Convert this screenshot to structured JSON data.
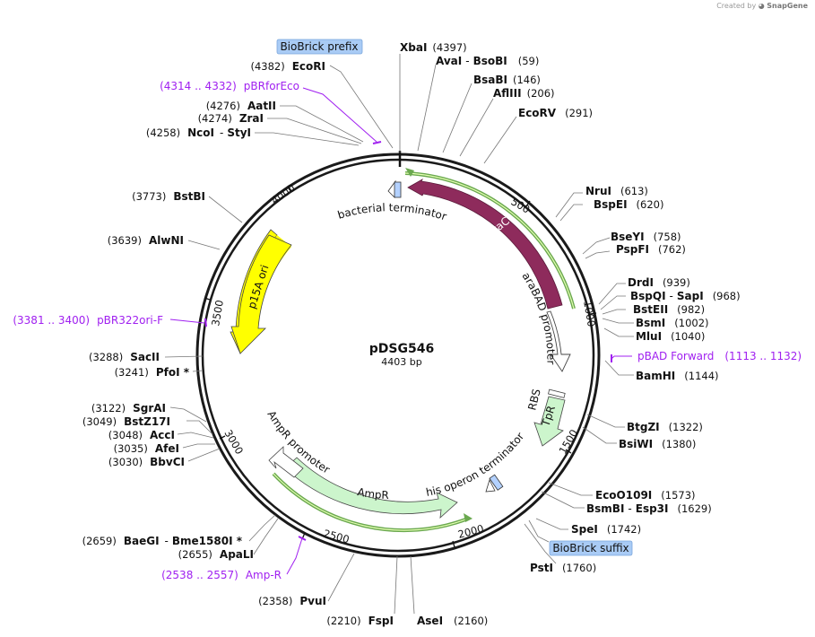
{
  "credit": {
    "prefix": "Created by",
    "brand": "SnapGene"
  },
  "plasmid": {
    "name": "pDSG546",
    "size_label": "4403 bp"
  },
  "ticks": [
    {
      "label": "500"
    },
    {
      "label": "1000"
    },
    {
      "label": "1500"
    },
    {
      "label": "2000"
    },
    {
      "label": "2500"
    },
    {
      "label": "3000"
    },
    {
      "label": "3500"
    },
    {
      "label": "4000"
    }
  ],
  "sites": [
    {
      "name": "XbaI",
      "pos": "(4397)"
    },
    {
      "name": "AvaI",
      "name2": "BsoBI",
      "pos": "(59)"
    },
    {
      "name": "BsaBI",
      "pos": "(146)"
    },
    {
      "name": "AflIII",
      "pos": "(206)"
    },
    {
      "name": "EcoRV",
      "pos": "(291)"
    },
    {
      "name": "NruI",
      "pos": "(613)"
    },
    {
      "name": "BspEI",
      "pos": "(620)"
    },
    {
      "name": "BseYI",
      "pos": "(758)"
    },
    {
      "name": "PspFI",
      "pos": "(762)"
    },
    {
      "name": "DrdI",
      "pos": "(939)"
    },
    {
      "name": "BspQI",
      "name2": "SapI",
      "pos": "(968)"
    },
    {
      "name": "BstEII",
      "pos": "(982)"
    },
    {
      "name": "BsmI",
      "pos": "(1002)"
    },
    {
      "name": "MluI",
      "pos": "(1040)"
    },
    {
      "name": "BamHI",
      "pos": "(1144)"
    },
    {
      "name": "BtgZI",
      "pos": "(1322)"
    },
    {
      "name": "BsiWI",
      "pos": "(1380)"
    },
    {
      "name": "EcoO109I",
      "pos": "(1573)"
    },
    {
      "name": "BsmBI",
      "name2": "Esp3I",
      "pos": "(1629)"
    },
    {
      "name": "SpeI",
      "pos": "(1742)"
    },
    {
      "name": "PstI",
      "pos": "(1760)"
    },
    {
      "name": "AseI",
      "pos": "(2160)"
    },
    {
      "name": "FspI",
      "pos": "(2210)"
    },
    {
      "name": "PvuI",
      "pos": "(2358)"
    },
    {
      "name": "ApaLI",
      "pos": "(2655)"
    },
    {
      "name": "BaeGI",
      "name2": "Bme1580I *",
      "pos": "(2659)"
    },
    {
      "name": "BbvCI",
      "pos": "(3030)"
    },
    {
      "name": "AfeI",
      "pos": "(3035)"
    },
    {
      "name": "AccI",
      "pos": "(3048)"
    },
    {
      "name": "BstZ17I",
      "pos": "(3049)"
    },
    {
      "name": "SgrAI",
      "pos": "(3122)"
    },
    {
      "name": "PfoI *",
      "pos": "(3241)"
    },
    {
      "name": "SacII",
      "pos": "(3288)"
    },
    {
      "name": "AlwNI",
      "pos": "(3639)"
    },
    {
      "name": "BstBI",
      "pos": "(3773)"
    },
    {
      "name": "NcoI",
      "name2": "StyI",
      "pos": "(4258)"
    },
    {
      "name": "ZraI",
      "pos": "(4274)"
    },
    {
      "name": "AatII",
      "pos": "(4276)"
    },
    {
      "name": "EcoRI",
      "pos": "(4382)"
    }
  ],
  "primers": [
    {
      "name": "pBRforEco",
      "range": "(4314 .. 4332)"
    },
    {
      "name": "pBAD Forward",
      "range": "(1113 .. 1132)"
    },
    {
      "name": "Amp-R",
      "range": "(2538 .. 2557)"
    },
    {
      "name": "pBR322ori-F",
      "range": "(3381 .. 3400)"
    }
  ],
  "features": [
    {
      "name": "araC",
      "color": "#8e2b5c"
    },
    {
      "name": "araBAD promoter",
      "color": "#ffffff"
    },
    {
      "name": "RBS",
      "color": "#ffffff"
    },
    {
      "name": "TpR",
      "color": "#ccf5cc"
    },
    {
      "name": "his operon terminator",
      "color": "#b3d1ff"
    },
    {
      "name": "AmpR",
      "color": "#ccf5cc"
    },
    {
      "name": "AmpR promoter",
      "color": "#ffffff"
    },
    {
      "name": "p15A ori",
      "color": "#ffff00"
    },
    {
      "name": "bacterial terminator",
      "color": "#b3d1ff"
    }
  ],
  "biobrick": {
    "prefix": "BioBrick prefix",
    "suffix": "BioBrick suffix",
    "fill": "#a9cbf5"
  },
  "colors": {
    "primer": "#a020f0",
    "orf_line": "#6aa84f",
    "backbone": "#1a1a1a"
  }
}
